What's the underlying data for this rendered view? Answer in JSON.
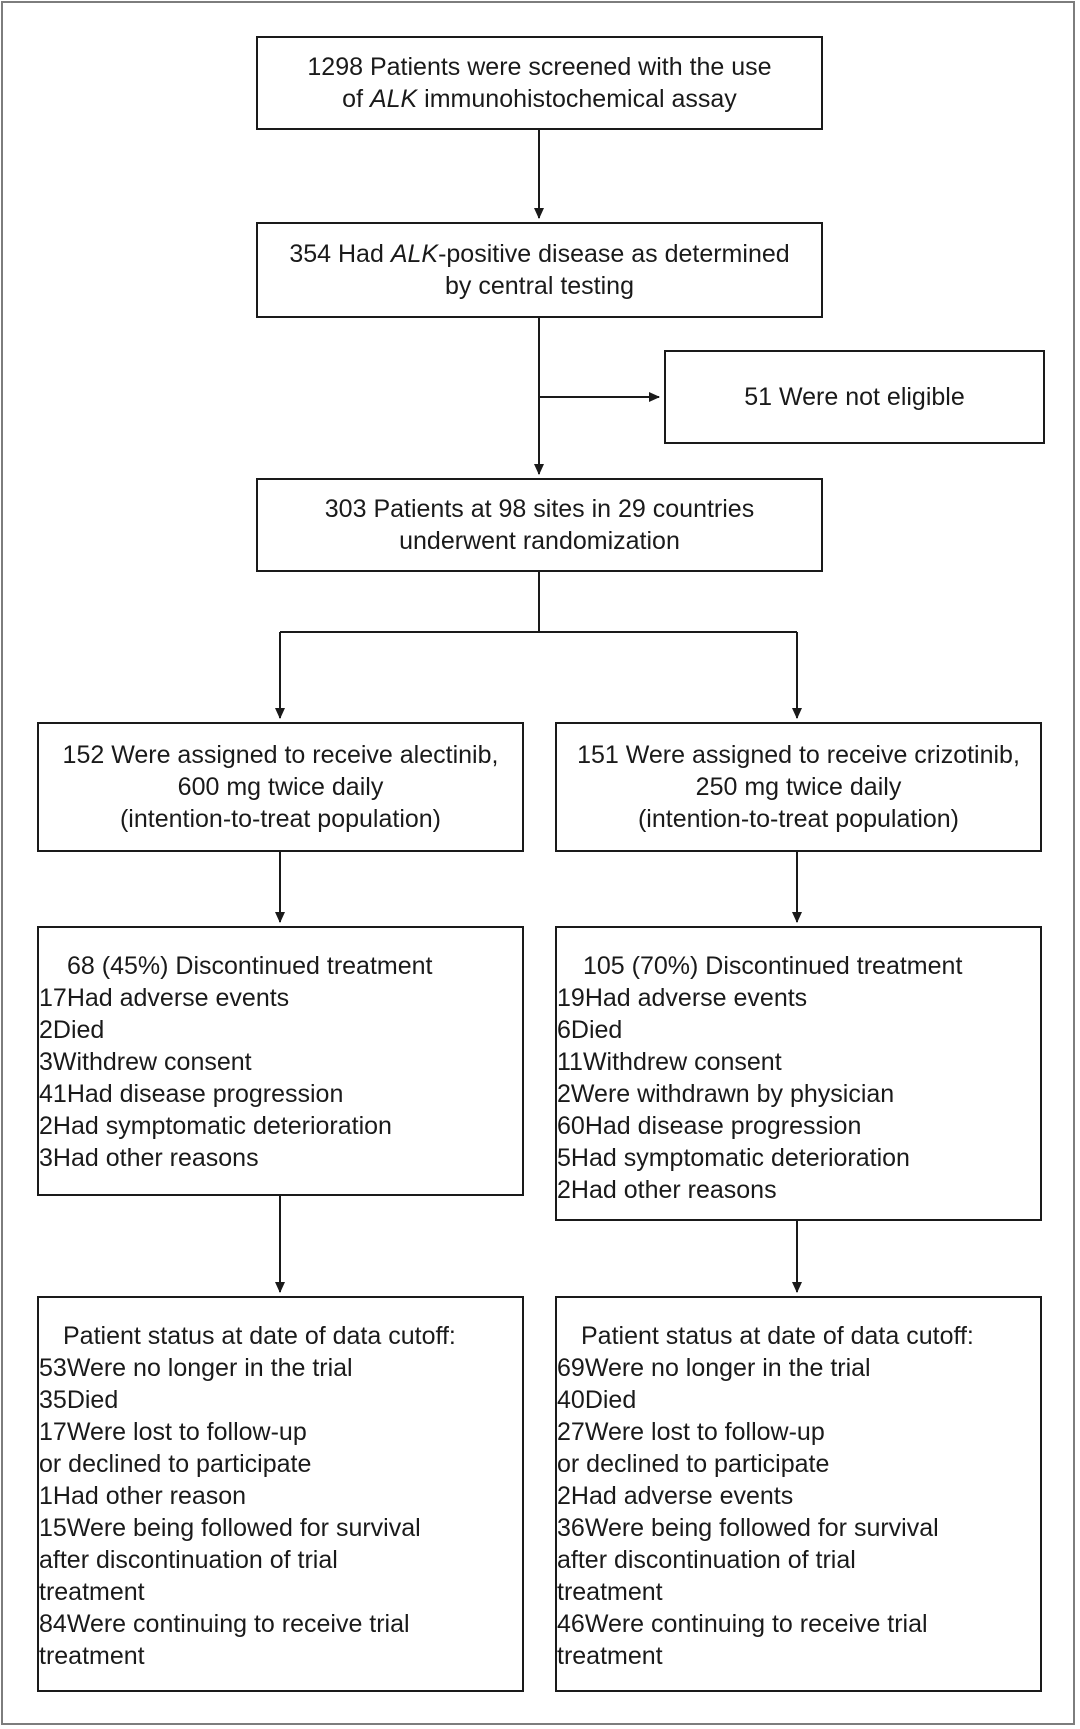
{
  "box_screened": {
    "line1": "1298 Patients were screened with the use",
    "line2_pre": "of ",
    "line2_em": "ALK",
    "line2_post": " immunohistochemical assay"
  },
  "box_alk_positive": {
    "line1_pre": "354 Had ",
    "line1_em": "ALK",
    "line1_post": "-positive disease as determined",
    "line2": "by central testing"
  },
  "box_not_eligible": {
    "text": "51 Were not eligible"
  },
  "box_randomized": {
    "line1": "303 Patients at 98 sites in 29 countries",
    "line2": "underwent randomization"
  },
  "box_alectinib": {
    "line1": "152 Were assigned to receive alectinib,",
    "line2": "600 mg twice daily",
    "line3": "(intention-to-treat population)"
  },
  "box_crizotinib": {
    "line1": "151 Were assigned to receive crizotinib,",
    "line2": "250 mg twice daily",
    "line3": "(intention-to-treat population)"
  },
  "alectinib_discontinued": {
    "header_num": "68",
    "header_text": "(45%) Discontinued treatment",
    "items": [
      {
        "num": "17",
        "text": "Had adverse events"
      },
      {
        "num": "2",
        "text": "Died"
      },
      {
        "num": "3",
        "text": "Withdrew consent"
      },
      {
        "num": "41",
        "text": "Had disease progression"
      },
      {
        "num": "2",
        "text": "Had symptomatic deterioration"
      },
      {
        "num": "3",
        "text": "Had other reasons"
      }
    ]
  },
  "crizotinib_discontinued": {
    "header_num": "105",
    "header_text": "(70%) Discontinued treatment",
    "items": [
      {
        "num": "19",
        "text": "Had adverse events"
      },
      {
        "num": "6",
        "text": "Died"
      },
      {
        "num": "11",
        "text": "Withdrew consent"
      },
      {
        "num": "2",
        "text": "Were withdrawn by physician"
      },
      {
        "num": "60",
        "text": "Had disease progression"
      },
      {
        "num": "5",
        "text": "Had symptomatic deterioration"
      },
      {
        "num": "2",
        "text": "Had other reasons"
      }
    ]
  },
  "alectinib_status": {
    "header": "Patient status at date of data cutoff:",
    "no_longer": {
      "num": "53",
      "text": "Were no longer in the trial"
    },
    "died": {
      "num": "35",
      "text": "Died"
    },
    "lost": {
      "num": "17",
      "text": "Were lost to follow-up",
      "text2": "or declined to participate"
    },
    "other": {
      "num": "1",
      "text": "Had other reason"
    },
    "followed": {
      "num": "15",
      "text": "Were being followed for survival",
      "text2": "after discontinuation of trial",
      "text3": "treatment"
    },
    "continuing": {
      "num": "84",
      "text": "Were continuing to receive trial",
      "text2": "treatment"
    }
  },
  "crizotinib_status": {
    "header": "Patient status at date of data cutoff:",
    "no_longer": {
      "num": "69",
      "text": "Were no longer in the trial"
    },
    "died": {
      "num": "40",
      "text": "Died"
    },
    "lost": {
      "num": "27",
      "text": "Were lost to follow-up",
      "text2": "or declined to participate"
    },
    "other": {
      "num": "2",
      "text": "Had adverse events"
    },
    "followed": {
      "num": "36",
      "text": "Were being followed for survival",
      "text2": "after discontinuation of trial",
      "text3": "treatment"
    },
    "continuing": {
      "num": "46",
      "text": "Were continuing to receive trial",
      "text2": "treatment"
    }
  }
}
